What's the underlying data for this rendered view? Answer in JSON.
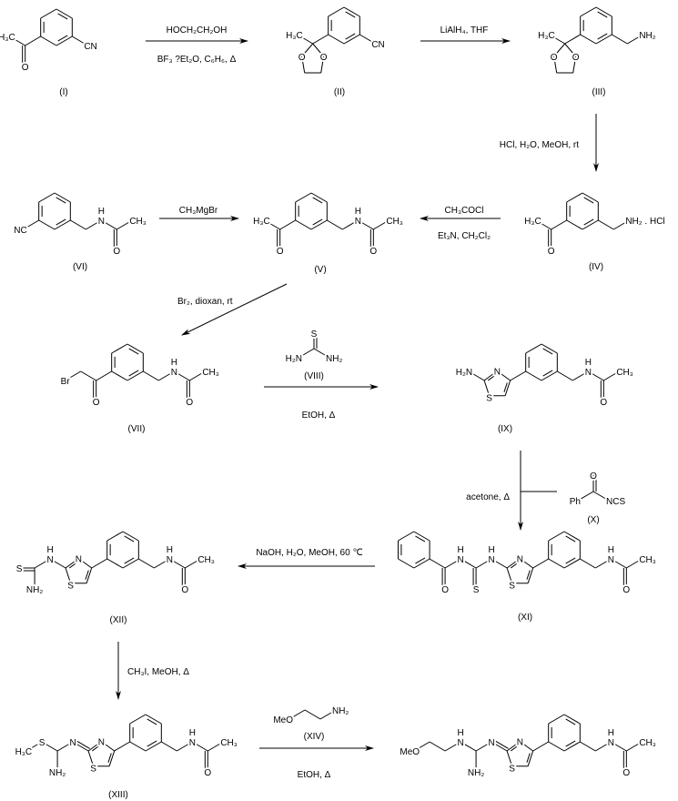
{
  "compounds": {
    "I": {
      "label": "(I)",
      "h3c": "H₃C",
      "o": "O",
      "cn": "CN"
    },
    "II": {
      "label": "(II)",
      "h3c": "H₃C",
      "o1": "O",
      "o2": "O",
      "cn": "CN"
    },
    "III": {
      "label": "(III)",
      "h3c": "H₃C",
      "o1": "O",
      "o2": "O",
      "nh2": "NH₂"
    },
    "IV": {
      "label": "(IV)",
      "h3c": "H₃C",
      "o": "O",
      "nh2hcl": "NH₂ . HCl"
    },
    "V": {
      "label": "(V)",
      "h3c": "H₃C",
      "o": "O",
      "n": "N",
      "h": "H",
      "o2": "O",
      "ch3": "CH₃"
    },
    "VI": {
      "label": "(VI)",
      "nc": "NC",
      "n": "N",
      "h": "H",
      "o2": "O",
      "ch3": "CH₃"
    },
    "VII": {
      "label": "(VII)",
      "br": "Br",
      "o": "O",
      "n": "N",
      "h": "H",
      "o2": "O",
      "ch3": "CH₃"
    },
    "VIII": {
      "label": "(VIII)",
      "s": "S",
      "h2n": "H₂N",
      "nh2": "NH₂"
    },
    "IX": {
      "label": "(IX)",
      "h2n": "H₂N",
      "tn": "N",
      "ts": "S",
      "n": "N",
      "h": "H",
      "o2": "O",
      "ch3": "CH₃"
    },
    "X": {
      "label": "(X)",
      "o": "O",
      "ph": "Ph",
      "ncs": "NCS"
    },
    "XI": {
      "label": "(XI)",
      "o": "O",
      "nh1": "N",
      "h1": "H",
      "s": "S",
      "nh2": "N",
      "h2": "H",
      "tn": "N",
      "ts": "S",
      "n": "N",
      "h": "H",
      "o2": "O",
      "ch3": "CH₃"
    },
    "XII": {
      "label": "(XII)",
      "s": "S",
      "nh2": "NH₂",
      "nh": "N",
      "hh": "H",
      "tn": "N",
      "ts": "S",
      "n": "N",
      "h": "H",
      "o2": "O",
      "ch3": "CH₃"
    },
    "XIII": {
      "label": "(XIII)",
      "h3c": "H₃C",
      "s": "S",
      "nh2": "NH₂",
      "nn": "N",
      "tn": "N",
      "ts": "S",
      "n": "N",
      "h": "H",
      "o2": "O",
      "ch3": "CH₃"
    },
    "XIV": {
      "label": "(XIV)",
      "meo": "MeO",
      "nh2": "NH₂"
    },
    "P": {
      "meo": "MeO",
      "nh": "N",
      "hh": "H",
      "nh2": "NH₂",
      "nn": "N",
      "tn": "N",
      "ts": "S",
      "n": "N",
      "h": "H",
      "o2": "O",
      "ch3": "CH₃"
    }
  },
  "reagents": {
    "s1_above": "HOCH₂CH₂OH",
    "s1_below": "BF₃ ?Et₂O, C₆H₆, Δ",
    "s2_above": "LiAlH₄, THF",
    "s3": "HCl, H₂O, MeOH, rt",
    "s4_above": "CH₃COCl",
    "s4_below": "Et₃N, CH₂Cl₂",
    "s5_above": "CH₃MgBr",
    "s6": "Br₂, dioxan, rt",
    "s7_below": "EtOH, Δ",
    "s8": "acetone, Δ",
    "s9": "NaOH, H₂O, MeOH, 60 ℃",
    "s10": "CH₃I, MeOH, Δ",
    "s11_below": "EtOH, Δ"
  }
}
